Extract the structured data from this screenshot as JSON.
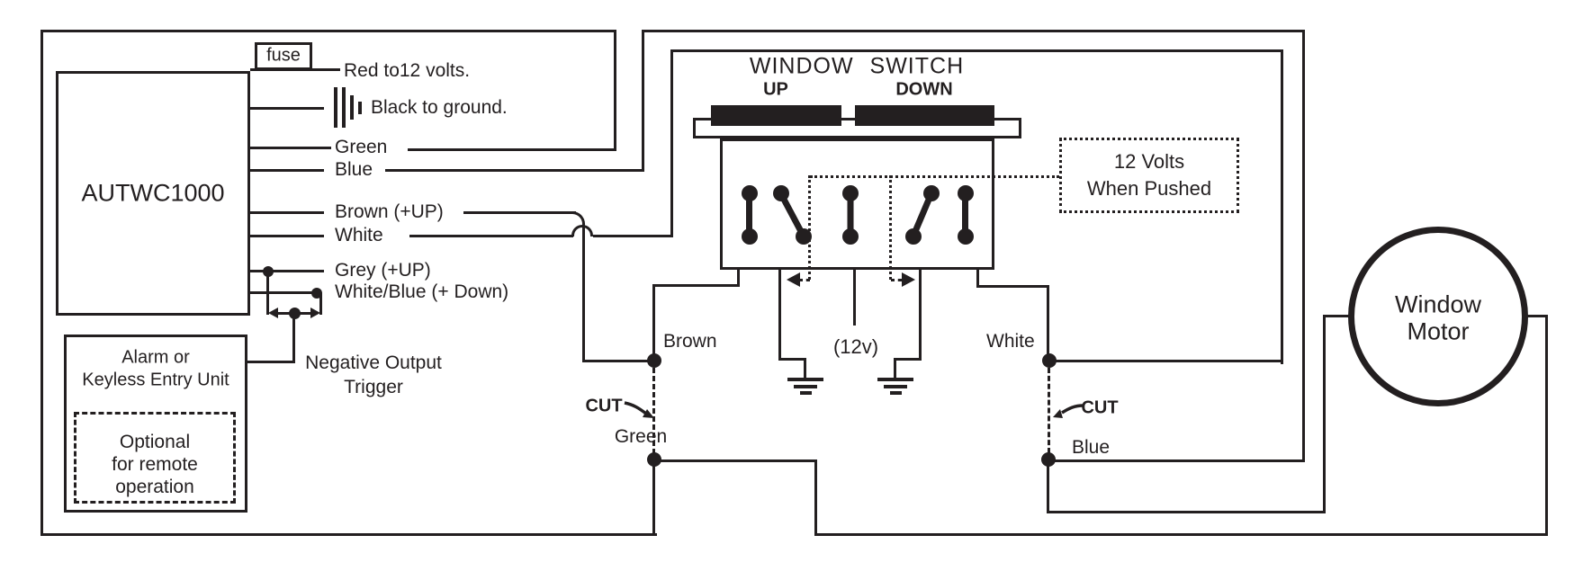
{
  "colors": {
    "line": "#231f20",
    "background": "#ffffff"
  },
  "controller": {
    "label": "AUTWC1000",
    "fuse_label": "fuse",
    "wires": {
      "red": "Red to12 volts.",
      "black": "Black to ground.",
      "green": "Green",
      "blue": "Blue",
      "brown": "Brown (+UP)",
      "white": "White",
      "grey": "Grey (+UP)",
      "white_blue": "White/Blue (+ Down)"
    }
  },
  "alarm_unit": {
    "line1": "Alarm or",
    "line2": "Keyless Entry Unit",
    "optional": [
      "Optional",
      "for remote",
      "operation"
    ]
  },
  "trigger": {
    "line1": "Negative Output",
    "line2": "Trigger"
  },
  "window_switch": {
    "title": "WINDOW SWITCH",
    "up": "UP",
    "down": "DOWN",
    "volts_note": {
      "line1": "12 Volts",
      "line2": "When Pushed"
    },
    "supply": "(12v)"
  },
  "junctions": {
    "brown": "Brown",
    "white": "White",
    "green": "Green",
    "blue": "Blue",
    "cut_left": "CUT",
    "cut_right": "CUT"
  },
  "motor": {
    "line1": "Window",
    "line2": "Motor"
  }
}
